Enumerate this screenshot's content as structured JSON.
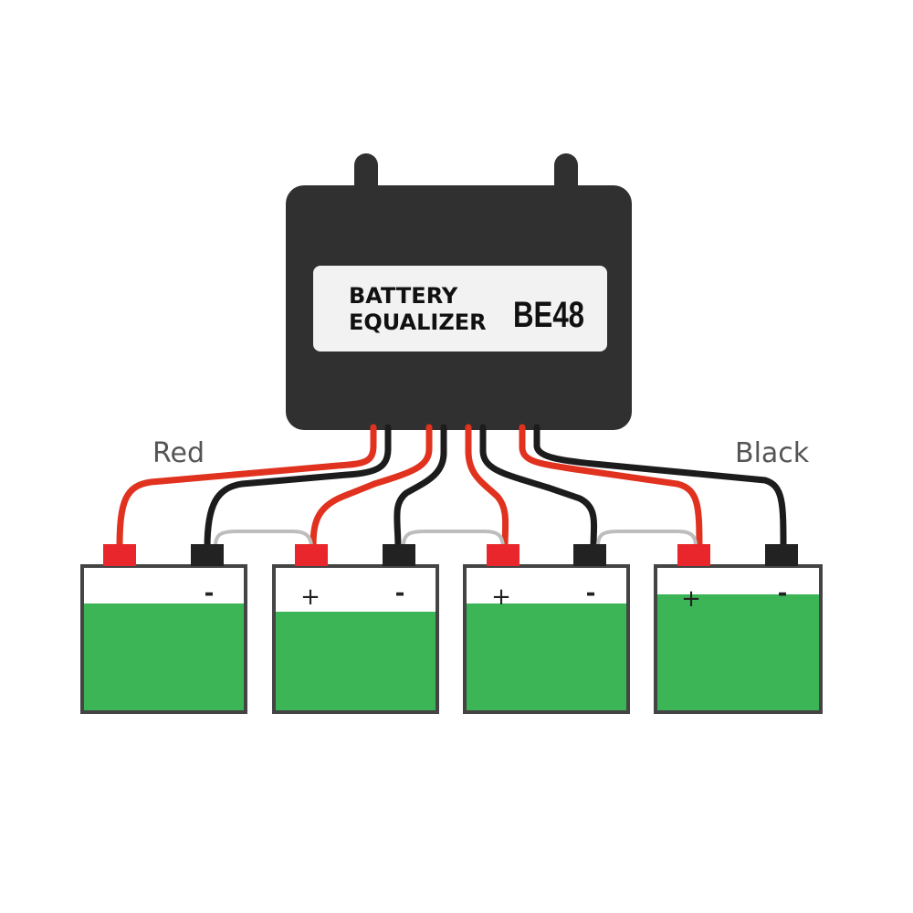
{
  "equalizer": {
    "title_line1": "BATTERY",
    "title_line2": "EQUALIZER",
    "model": "BE48"
  },
  "wire_labels": {
    "red": "Red",
    "black": "Black"
  },
  "batteries": [
    {
      "id": 1,
      "plus_label": "",
      "minus_label": "-",
      "charge_level": 0.87
    },
    {
      "id": 2,
      "plus_label": "+",
      "minus_label": "-",
      "charge_level": 0.8
    },
    {
      "id": 3,
      "plus_label": "+",
      "minus_label": "-",
      "charge_level": 0.87
    },
    {
      "id": 4,
      "plus_label": "+",
      "minus_label": "-",
      "charge_level": 0.93
    }
  ],
  "colors": {
    "case": "#303030",
    "label_panel": "#f2f2f2",
    "wire_red": "#e0321e",
    "wire_black": "#1c1c1c",
    "terminal_red": "#e8262c",
    "terminal_black": "#222222",
    "battery_fill": "#3cb556",
    "battery_border": "#444444",
    "link": "#bdbdbd"
  }
}
